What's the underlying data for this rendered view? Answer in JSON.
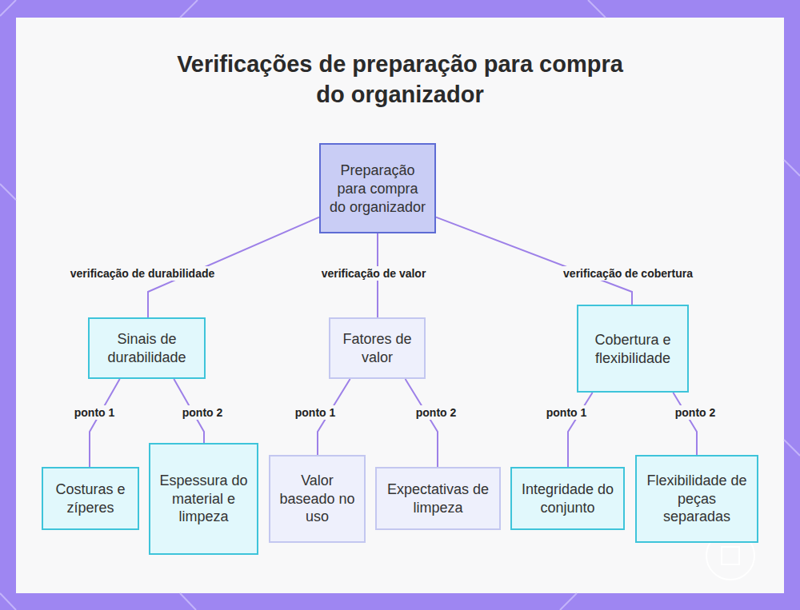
{
  "diagram": {
    "title": "Verificações de preparação para compra do organizador",
    "nodes": [
      {
        "text": [
          "Preparação para compra do organizador"
        ]
      },
      {
        "text": [
          "Sinais de durabilidade"
        ]
      },
      {
        "text": [
          "Fatores de valor"
        ]
      },
      {
        "text": [
          "Cobertura e flexibilidade"
        ]
      },
      {
        "text": [
          "Costuras e zíperes"
        ]
      },
      {
        "text": [
          "Espessura do material e limpeza"
        ]
      },
      {
        "text": [
          "Valor baseado no uso"
        ]
      },
      {
        "text": [
          "Expectativas de limpeza"
        ]
      },
      {
        "text": [
          "Integridade do conjunto"
        ]
      },
      {
        "text": [
          "Flexibilidade de peças separadas"
        ]
      }
    ],
    "edges": [
      {
        "from": 0,
        "to": 1,
        "label": "verificação de durabilidade",
        "arrow": "none"
      },
      {
        "from": 0,
        "to": 2,
        "label": "verificação de valor",
        "arrow": "none"
      },
      {
        "from": 0,
        "to": 3,
        "label": "verificação de cobertura",
        "arrow": "none"
      },
      {
        "from": 1,
        "to": 4,
        "label": "ponto 1",
        "arrow": "none"
      },
      {
        "from": 1,
        "to": 5,
        "label": "ponto 2",
        "arrow": "none"
      },
      {
        "from": 2,
        "to": 6,
        "label": "ponto 1",
        "arrow": "none"
      },
      {
        "from": 2,
        "to": 7,
        "label": "ponto 2",
        "arrow": "none"
      },
      {
        "from": 3,
        "to": 8,
        "label": "ponto 1",
        "arrow": "none"
      },
      {
        "from": 3,
        "to": 9,
        "label": "ponto 2",
        "arrow": "none"
      }
    ]
  }
}
